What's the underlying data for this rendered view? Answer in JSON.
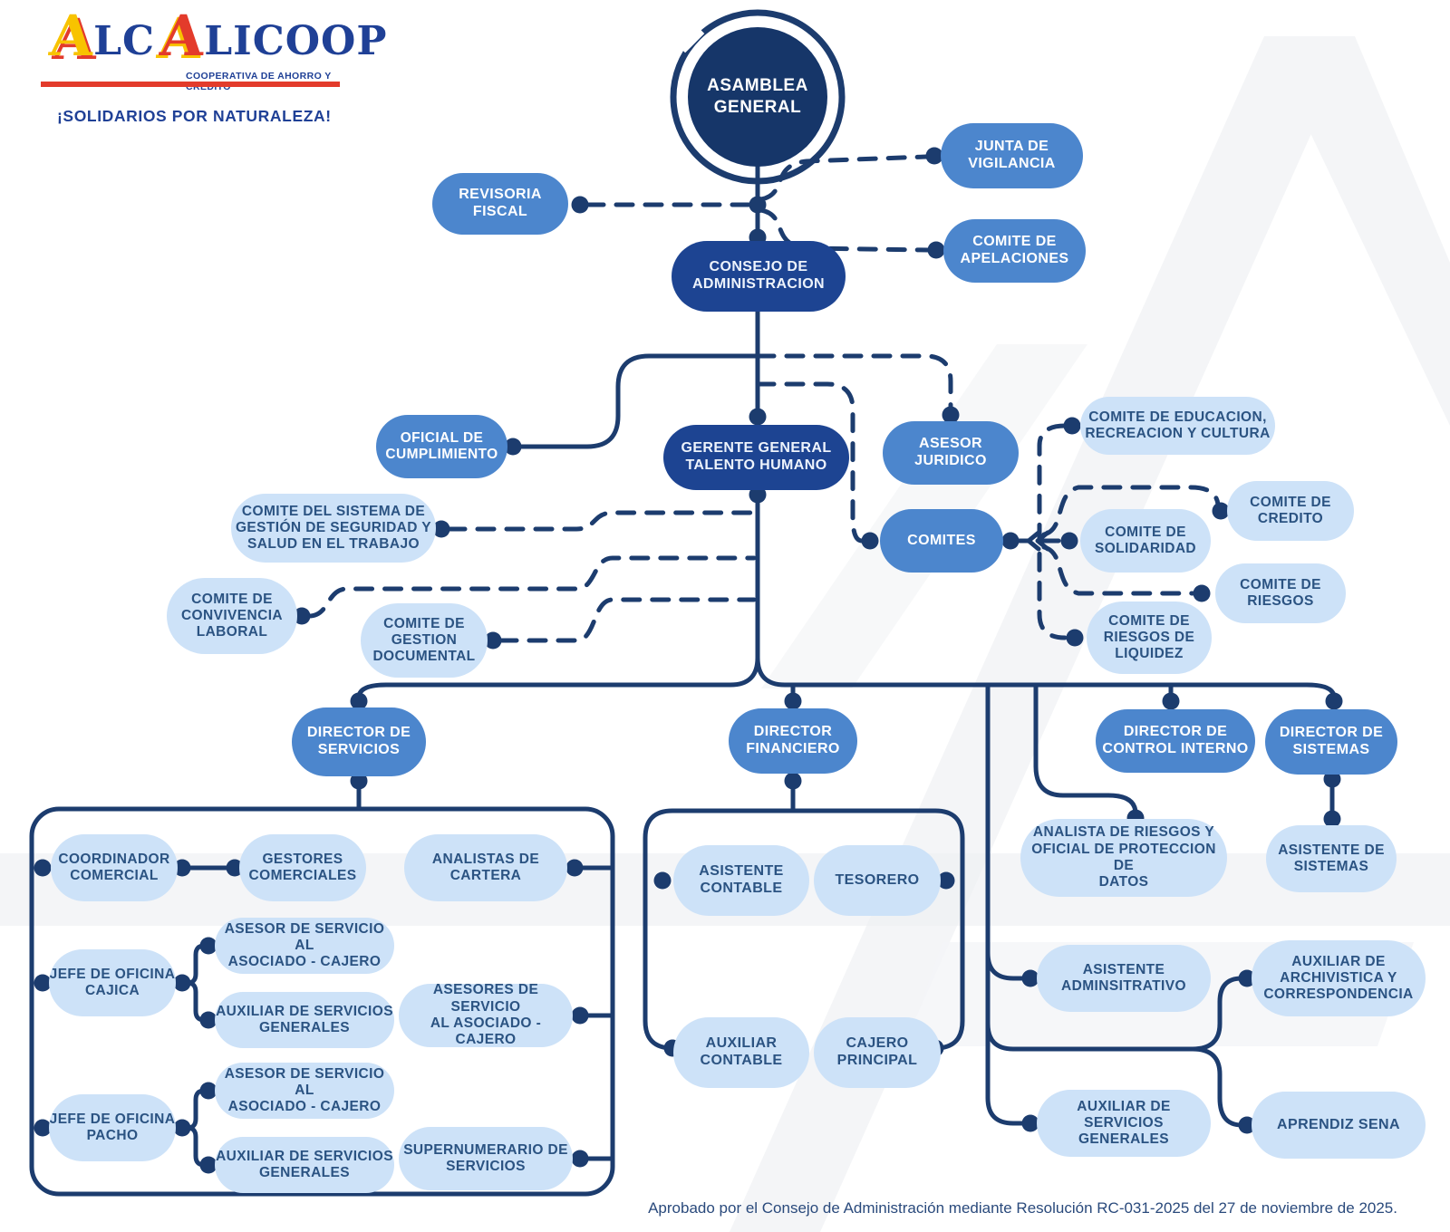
{
  "logo": {
    "brand_a1": "A",
    "brand_lc": "LC",
    "brand_a2": "A",
    "brand_licoop": "LICOOP",
    "subtitle": "COOPERATIVA DE AHORRO Y CRÉDITO",
    "tagline": "¡SOLIDARIOS POR NATURALEZA!"
  },
  "colors": {
    "line": "#1c3c6e",
    "navy_circle": "#163669",
    "royal_pill": "#1d4492",
    "medium_pill": "#4c86cd",
    "light_pill": "#cde2f8",
    "light_pill_text": "#2b5382",
    "logo_navy": "#1f4096",
    "logo_red": "#e33b2b",
    "logo_yellow": "#f8c300"
  },
  "nodes": {
    "asamblea": "ASAMBLEA\nGENERAL",
    "revisoria_fiscal": "REVISORIA\nFISCAL",
    "junta_vigilancia": "JUNTA DE\nVIGILANCIA",
    "comite_apelaciones": "COMITE DE\nAPELACIONES",
    "consejo": "CONSEJO DE\nADMINISTRACION",
    "oficial_cumplimiento": "OFICIAL DE\nCUMPLIMIENTO",
    "gerente": "GERENTE GENERAL\nTALENTO HUMANO",
    "asesor_juridico": "ASESOR\nJURIDICO",
    "comites": "COMITES",
    "comite_educacion": "COMITE DE EDUCACION,\nRECREACION Y CULTURA",
    "comite_credito": "COMITE DE\nCREDITO",
    "comite_solidaridad": "COMITE DE\nSOLIDARIDAD",
    "comite_riesgos": "COMITE DE\nRIESGOS",
    "comite_riesgos_liquidez": "COMITE DE\nRIESGOS DE\nLIQUIDEZ",
    "comite_sgsst": "COMITE DEL SISTEMA DE\nGESTIÓN DE SEGURIDAD Y\nSALUD EN EL TRABAJO",
    "comite_convivencia": "COMITE DE\nCONVIVENCIA\nLABORAL",
    "comite_gestion_documental": "COMITE DE\nGESTION\nDOCUMENTAL",
    "director_servicios": "DIRECTOR DE\nSERVICIOS",
    "director_financiero": "DIRECTOR\nFINANCIERO",
    "director_control_interno": "DIRECTOR DE\nCONTROL INTERNO",
    "director_sistemas": "DIRECTOR DE\nSISTEMAS",
    "coordinador_comercial": "COORDINADOR\nCOMERCIAL",
    "gestores_comerciales": "GESTORES\nCOMERCIALES",
    "analistas_cartera": "ANALISTAS DE\nCARTERA",
    "jefe_oficina_cajica": "JEFE DE OFICINA\nCAJICA",
    "asesor_servicio_cajica": "ASESOR DE SERVICIO AL\nASOCIADO - CAJERO",
    "auxiliar_servicios_cajica": "AUXILIAR DE SERVICIOS\nGENERALES",
    "asesores_servicio": "ASESORES DE SERVICIO\nAL ASOCIADO - CAJERO",
    "jefe_oficina_pacho": "JEFE DE OFICINA\nPACHO",
    "asesor_servicio_pacho": "ASESOR DE SERVICIO AL\nASOCIADO - CAJERO",
    "auxiliar_servicios_pacho": "AUXILIAR DE SERVICIOS\nGENERALES",
    "supernumerario": "SUPERNUMERARIO DE\nSERVICIOS",
    "asistente_contable": "ASISTENTE\nCONTABLE",
    "tesorero": "TESORERO",
    "auxiliar_contable": "AUXILIAR\nCONTABLE",
    "cajero_principal": "CAJERO\nPRINCIPAL",
    "analista_riesgos": "ANALISTA DE RIESGOS Y\nOFICIAL DE PROTECCION DE\nDATOS",
    "asistente_sistemas": "ASISTENTE DE\nSISTEMAS",
    "asistente_administrativo": "ASISTENTE\nADMINSITRATIVO",
    "auxiliar_archivistica": "AUXILIAR DE\nARCHIVISTICA Y\nCORRESPONDENCIA",
    "auxiliar_servicios_generales": "AUXILIAR DE SERVICIOS\nGENERALES",
    "aprendiz_sena": "APRENDIZ SENA"
  },
  "footer": {
    "approval": "Aprobado por el Consejo de Administración mediante Resolución RC-031-2025 del 27 de noviembre de 2025."
  }
}
